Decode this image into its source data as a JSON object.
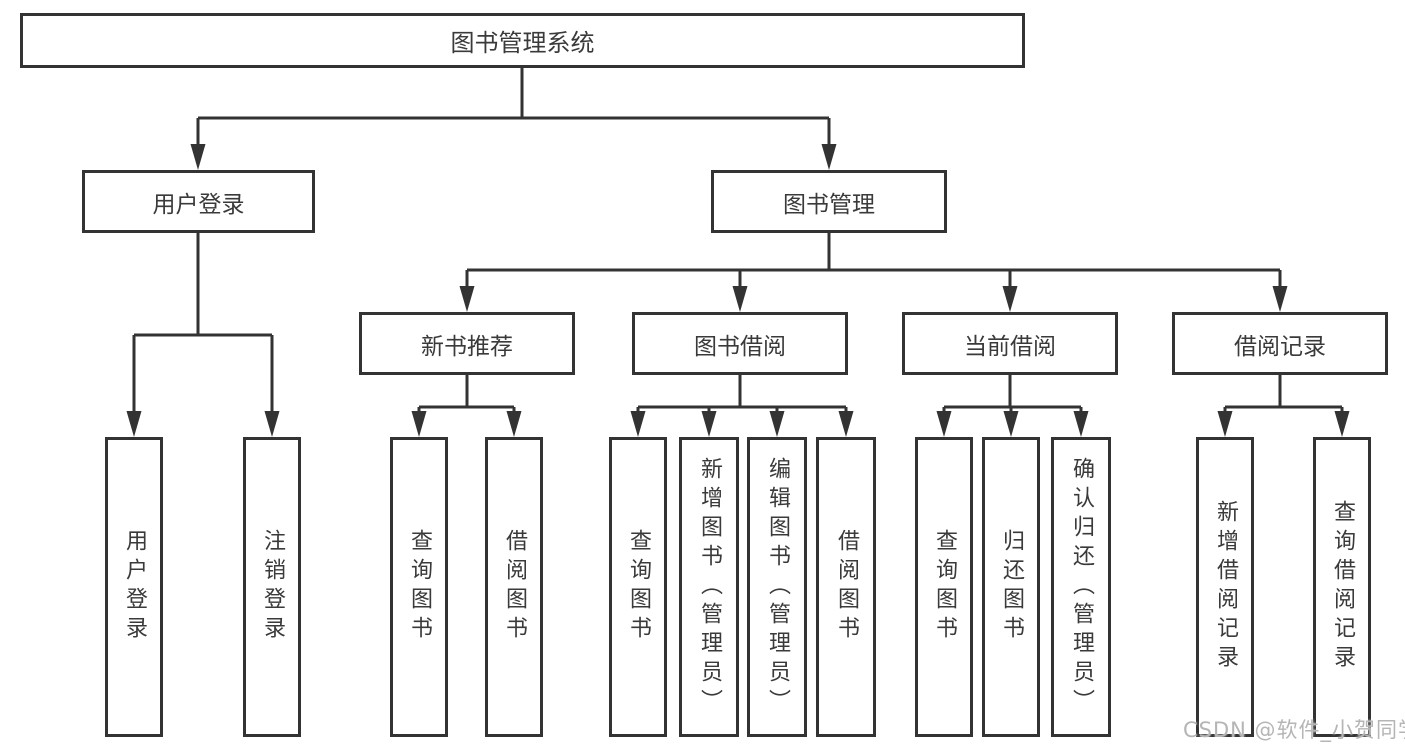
{
  "diagram": {
    "tree": {
      "label": "图书管理系统",
      "children": [
        {
          "label": "用户登录",
          "children": [
            {
              "label": "用户登录"
            },
            {
              "label": "注销登录"
            }
          ]
        },
        {
          "label": "图书管理",
          "children": [
            {
              "label": "新书推荐",
              "children": [
                {
                  "label": "查询图书"
                },
                {
                  "label": "借阅图书"
                }
              ]
            },
            {
              "label": "图书借阅",
              "children": [
                {
                  "label": "查询图书"
                },
                {
                  "label": "新增图书（管理员）"
                },
                {
                  "label": "编辑图书（管理员）"
                },
                {
                  "label": "借阅图书"
                }
              ]
            },
            {
              "label": "当前借阅",
              "children": [
                {
                  "label": "查询图书"
                },
                {
                  "label": "归还图书"
                },
                {
                  "label": "确认归还（管理员）"
                }
              ]
            },
            {
              "label": "借阅记录",
              "children": [
                {
                  "label": "新增借阅记录"
                },
                {
                  "label": "查询借阅记录"
                }
              ]
            }
          ]
        }
      ]
    },
    "colors": {
      "line": "#333333",
      "text": "#3a3a3a",
      "background": "#ffffff",
      "watermark": "#b5b5b5"
    }
  },
  "watermark": {
    "text": "CSDN @软件_小贺同学"
  }
}
